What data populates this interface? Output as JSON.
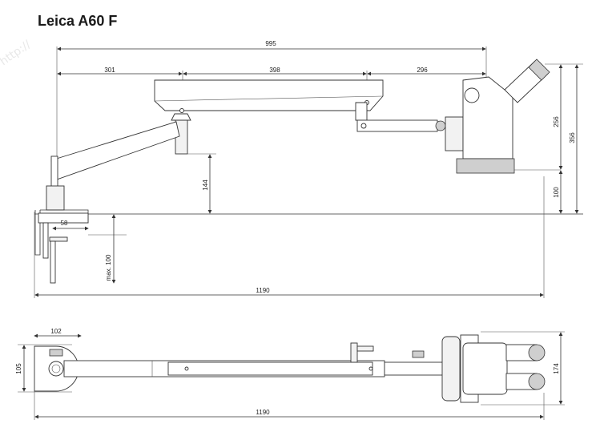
{
  "title": "Leica A60 F",
  "watermark": "http://",
  "side_view": {
    "dims": {
      "total_arm": "995",
      "seg1": "301",
      "seg2": "398",
      "seg3": "296",
      "height_144": "144",
      "clamp_58": "58",
      "clamp_max": "max. 100",
      "h_256": "256",
      "h_356": "356",
      "h_100": "100",
      "total_width": "1190"
    }
  },
  "top_view": {
    "dims": {
      "width_102": "102",
      "depth_105": "105",
      "depth_174": "174",
      "total_width": "1190"
    }
  }
}
